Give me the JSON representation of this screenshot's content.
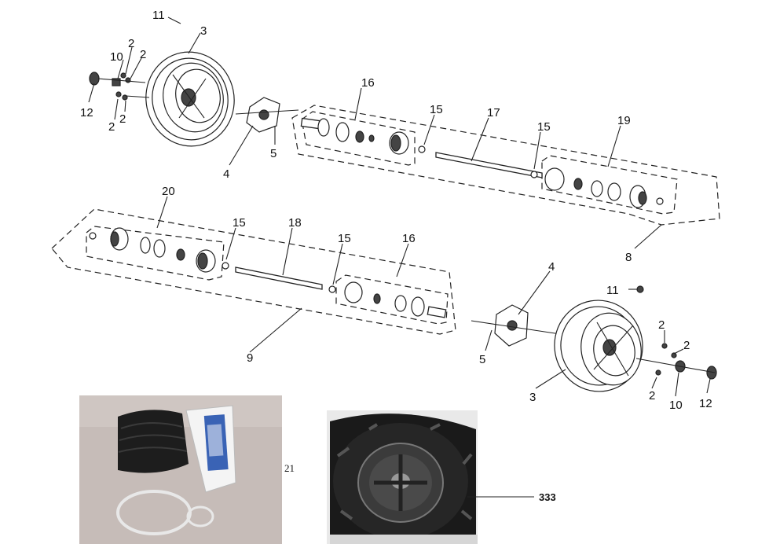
{
  "callouts": {
    "n11a": "11",
    "n3a": "3",
    "n10a": "10",
    "n2a": "2",
    "n2b": "2",
    "n12a": "12",
    "n2c": "2",
    "n2d": "2",
    "n4a": "4",
    "n5a": "5",
    "n16a": "16",
    "n15a": "15",
    "n17": "17",
    "n15b": "15",
    "n19": "19",
    "n8": "8",
    "n20": "20",
    "n15c": "15",
    "n18": "18",
    "n15d": "15",
    "n16b": "16",
    "n4b": "4",
    "n9": "9",
    "n11b": "11",
    "n2e": "2",
    "n2f": "2",
    "n5b": "5",
    "n3b": "3",
    "n2g": "2",
    "n10b": "10",
    "n12b": "12"
  },
  "photos": {
    "boot_kit_label": "21",
    "wheel_label": "333"
  },
  "colors": {
    "line": "#222222",
    "photo_bg": "#c6bcb8",
    "wheel_photo_bg": "#e9e9e9"
  }
}
